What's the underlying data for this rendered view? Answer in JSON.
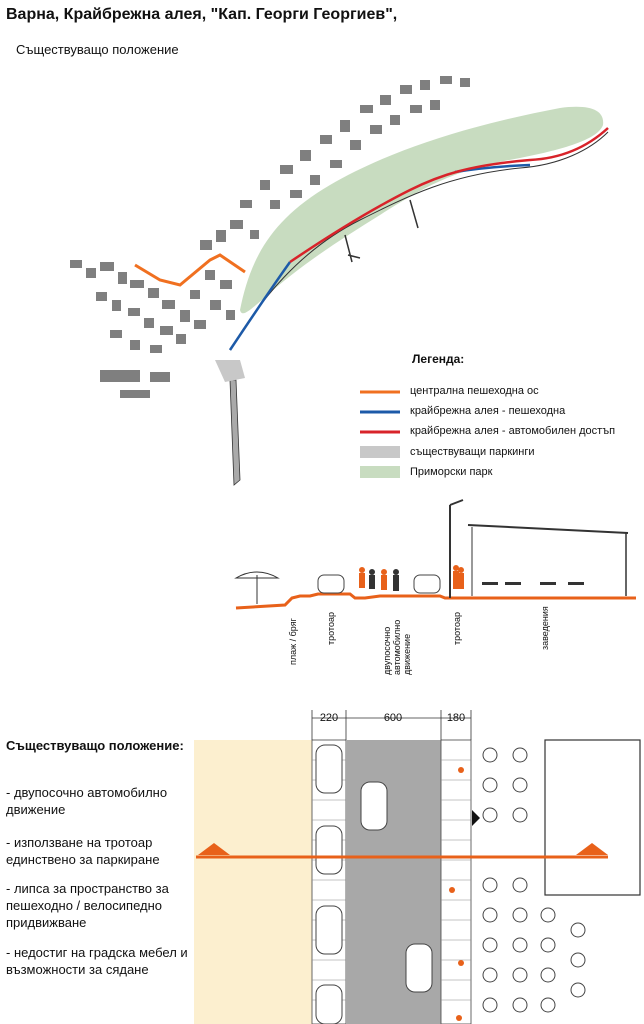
{
  "header": {
    "title": "Варна, Крайбрежна алея, \"Кап. Георги Георгиев\",",
    "subtitle": "Съществуващо положение"
  },
  "legend": {
    "title": "Легенда:",
    "items": [
      {
        "label": "централна пешеходна ос",
        "color": "#f07020"
      },
      {
        "label": "крайбрежна алея - пешеходна",
        "color": "#1d5aa8"
      },
      {
        "label": "крайбрежна алея - автомобилен достъп",
        "color": "#d8232a"
      },
      {
        "label": "съществуващи паркинги",
        "color": "#c8c8c8"
      },
      {
        "label": "Приморски парк",
        "color": "#c8dcc0"
      }
    ]
  },
  "section": {
    "labels": [
      "плаж / бряг",
      "тротоар",
      "двупосочно автомобилно движение",
      "тротоар",
      "заведения"
    ]
  },
  "plan": {
    "dimensions": [
      "220",
      "600",
      "180"
    ],
    "heading": "Съществуващо положение:",
    "bullets": [
      "- двупосочно автомобилно движение",
      "- използване на тротоар единствено за паркиране",
      "- липса за пространство за пешеходно / велосипедно придвижване",
      "- недостиг на градска мебел и възможности за сядане"
    ]
  },
  "colors": {
    "axis": "#e8611a",
    "beach": "#fcefcf",
    "road": "#a8a8a8",
    "park": "#c8dcc0"
  }
}
